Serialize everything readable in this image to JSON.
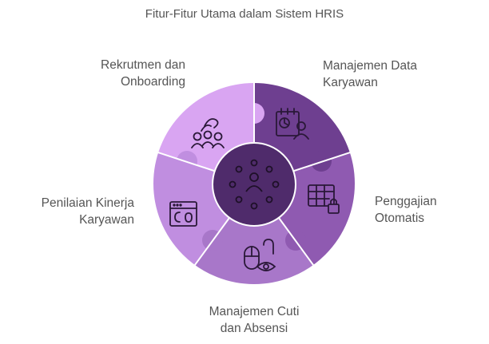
{
  "title": "Fitur-Fitur Utama dalam Sistem HRIS",
  "colors": {
    "segment_dark": "#6e3f90",
    "segment_mid_dark": "#8f5ab1",
    "segment_mid": "#a877c9",
    "segment_light": "#c08ee0",
    "segment_lightest": "#d9a5f2",
    "center": "#4f2b6b",
    "icon_stroke": "#2a1838",
    "center_icon_stroke": "#1e1028",
    "text": "#555555"
  },
  "features": [
    {
      "id": "rekrutmen",
      "line1": "Rekrutmen dan",
      "line2": "Onboarding",
      "icon": "people-network-icon"
    },
    {
      "id": "manajemen-data",
      "line1": "Manajemen Data",
      "line2": "Karyawan",
      "icon": "employee-profile-icon"
    },
    {
      "id": "penggajian",
      "line1": "Penggajian",
      "line2": "Otomatis",
      "icon": "spreadsheet-lock-icon"
    },
    {
      "id": "cuti-absensi",
      "line1": "Manajemen Cuti",
      "line2": "dan Absensi",
      "icon": "mouse-eye-icon"
    },
    {
      "id": "penilaian",
      "line1": "Penilaian Kinerja",
      "line2": "Karyawan",
      "icon": "browser-window-icon"
    }
  ],
  "center_icon": "team-hub-icon"
}
